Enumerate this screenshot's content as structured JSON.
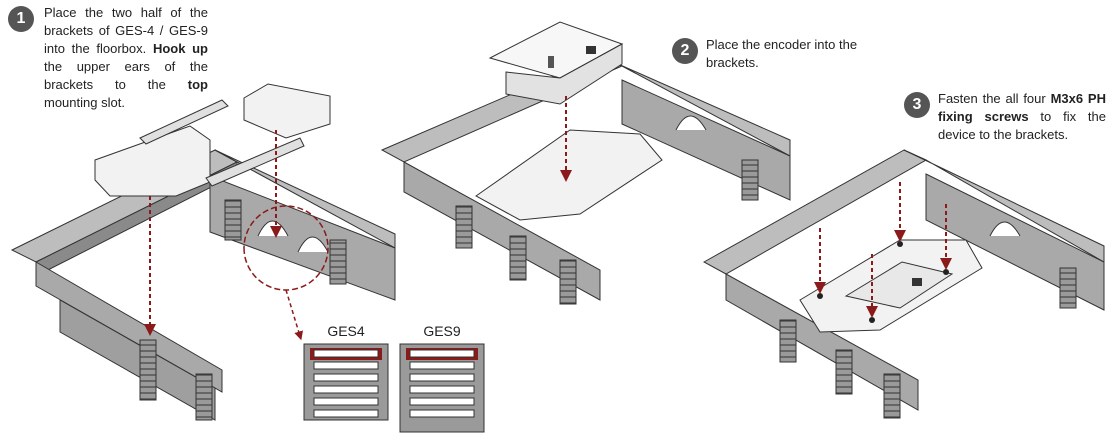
{
  "steps": [
    {
      "number": "1",
      "text_a": "Place the two half of the brackets of GES-4 / GES-9 into the floorbox.",
      "bold_a": "Hook up",
      "text_b": "the upper ears of the brackets to the",
      "bold_b": "top",
      "text_c": "mounting slot."
    },
    {
      "number": "2",
      "text": "Place the encoder into the brackets."
    },
    {
      "number": "3",
      "text_a": "Fasten the all four",
      "bold_a": "M3x6 PH fixing screws",
      "text_b": "to fix the device to the brackets."
    }
  ],
  "slot_diagrams": [
    {
      "label": "GES4",
      "slot_count": 6,
      "highlighted_slot": 1
    },
    {
      "label": "GES9",
      "slot_count": 6,
      "highlighted_slot": 1
    }
  ],
  "colors": {
    "frame_fill": "#a9a9a9",
    "frame_top": "#bdbdbd",
    "frame_dark": "#8a8a8a",
    "outline": "#333333",
    "arrow": "#8b1a1a",
    "highlight_slot": "#8b1a1a",
    "badge": "#555555"
  }
}
